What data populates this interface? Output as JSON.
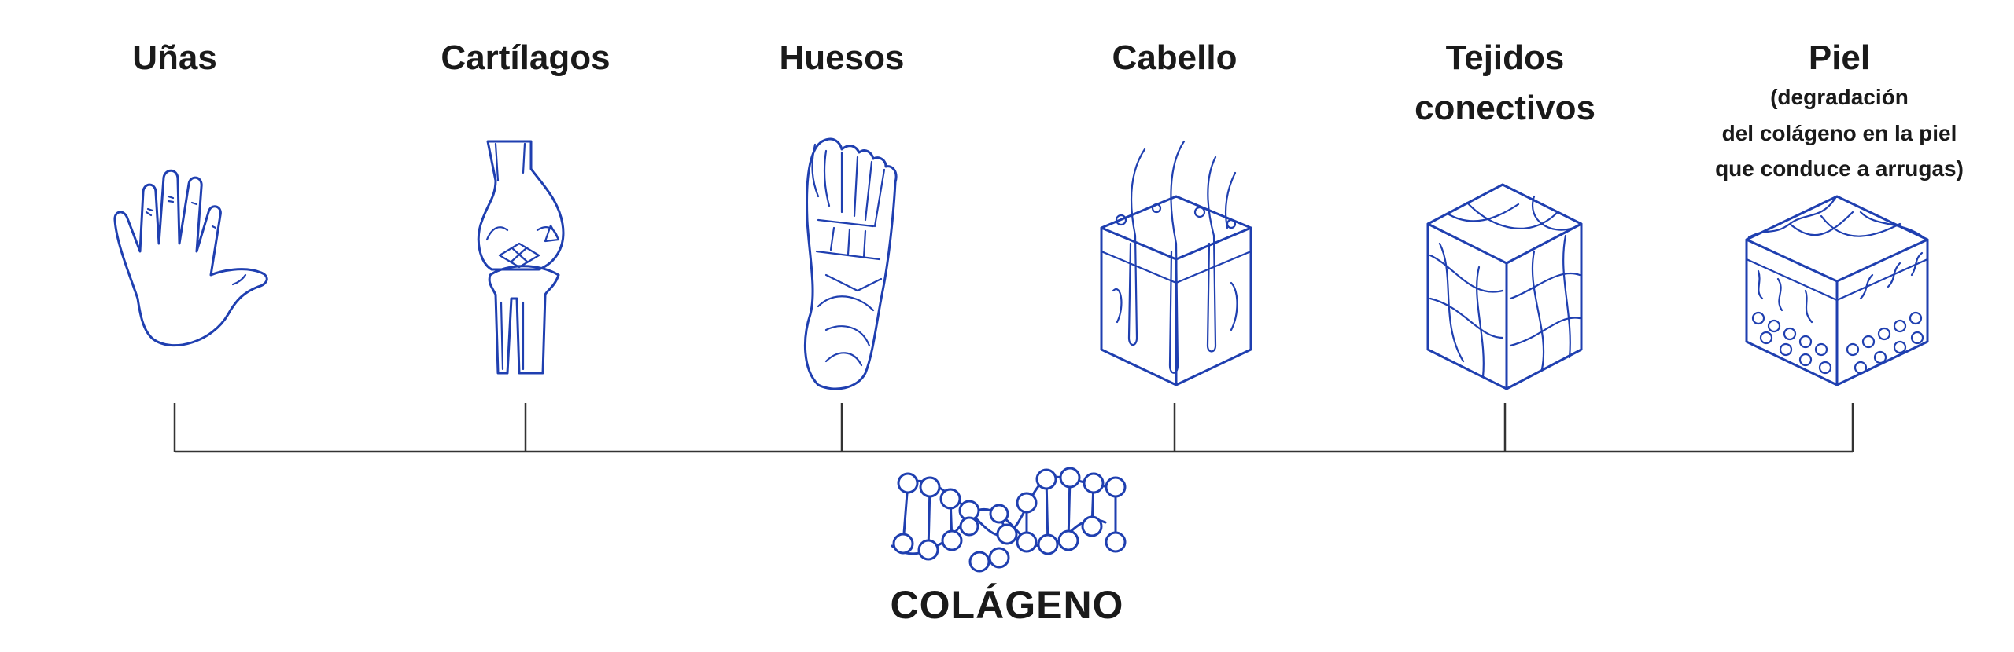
{
  "categories": [
    {
      "label_lines": [
        "Uñas"
      ],
      "icon": "hand-icon"
    },
    {
      "label_lines": [
        "Cartílagos"
      ],
      "icon": "knee-joint-icon"
    },
    {
      "label_lines": [
        "Huesos"
      ],
      "icon": "foot-bones-icon"
    },
    {
      "label_lines": [
        "Cabello"
      ],
      "icon": "hair-follicle-icon"
    },
    {
      "label_lines": [
        "Tejidos",
        "conectivos"
      ],
      "icon": "connective-tissue-icon"
    },
    {
      "label_lines": [
        "Piel"
      ],
      "subtitle_lines": [
        "(degradación",
        "del colágeno en la piel",
        "que conduce a arrugas)"
      ],
      "icon": "skin-layers-icon"
    }
  ],
  "center": {
    "title": "COLÁGENO",
    "icon": "collagen-helix-icon"
  },
  "colors": {
    "icon_stroke": "#1f3fb0",
    "connector": "#333333",
    "text": "#1a1a1a"
  }
}
